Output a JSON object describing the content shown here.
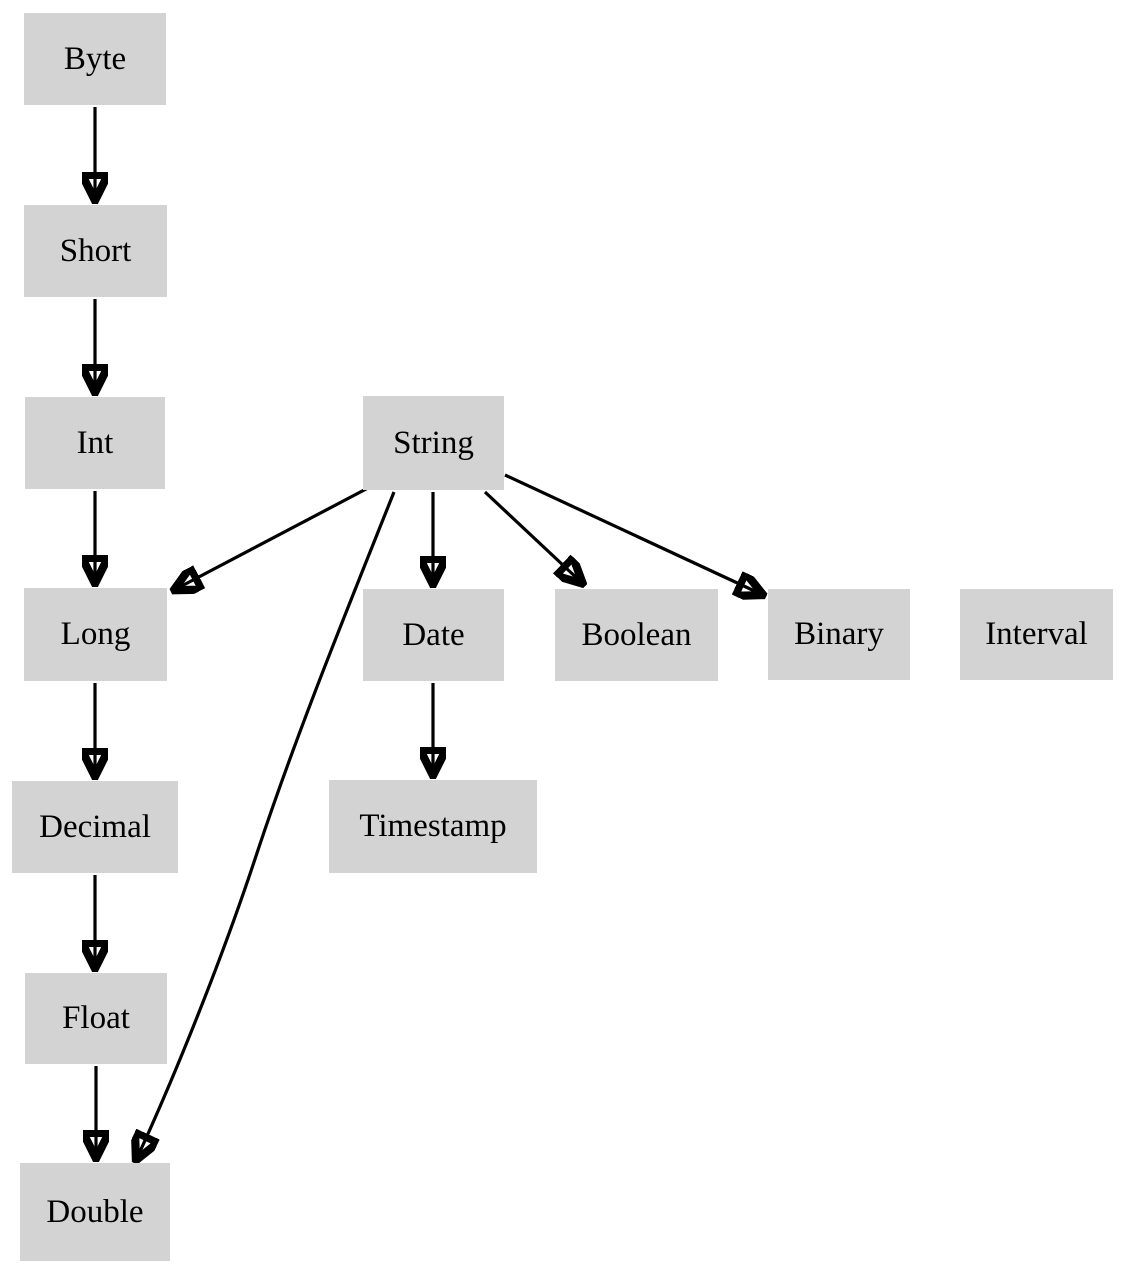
{
  "diagram": {
    "description": "Type promotion precedence graph",
    "colors": {
      "background": "#ffffff",
      "node_fill": "#d3d3d3",
      "node_text": "#000000",
      "edge": "#000000"
    },
    "nodes": [
      {
        "id": "byte",
        "label": "Byte"
      },
      {
        "id": "short",
        "label": "Short"
      },
      {
        "id": "int",
        "label": "Int"
      },
      {
        "id": "string",
        "label": "String"
      },
      {
        "id": "long",
        "label": "Long"
      },
      {
        "id": "date",
        "label": "Date"
      },
      {
        "id": "boolean",
        "label": "Boolean"
      },
      {
        "id": "binary",
        "label": "Binary"
      },
      {
        "id": "interval",
        "label": "Interval"
      },
      {
        "id": "decimal",
        "label": "Decimal"
      },
      {
        "id": "timestamp",
        "label": "Timestamp"
      },
      {
        "id": "float",
        "label": "Float"
      },
      {
        "id": "double",
        "label": "Double"
      }
    ],
    "edges": [
      {
        "from": "Byte",
        "to": "Short"
      },
      {
        "from": "Short",
        "to": "Int"
      },
      {
        "from": "Int",
        "to": "Long"
      },
      {
        "from": "Long",
        "to": "Decimal"
      },
      {
        "from": "Decimal",
        "to": "Float"
      },
      {
        "from": "Float",
        "to": "Double"
      },
      {
        "from": "String",
        "to": "Long"
      },
      {
        "from": "String",
        "to": "Double"
      },
      {
        "from": "String",
        "to": "Date"
      },
      {
        "from": "String",
        "to": "Boolean"
      },
      {
        "from": "String",
        "to": "Binary"
      },
      {
        "from": "Date",
        "to": "Timestamp"
      }
    ]
  }
}
